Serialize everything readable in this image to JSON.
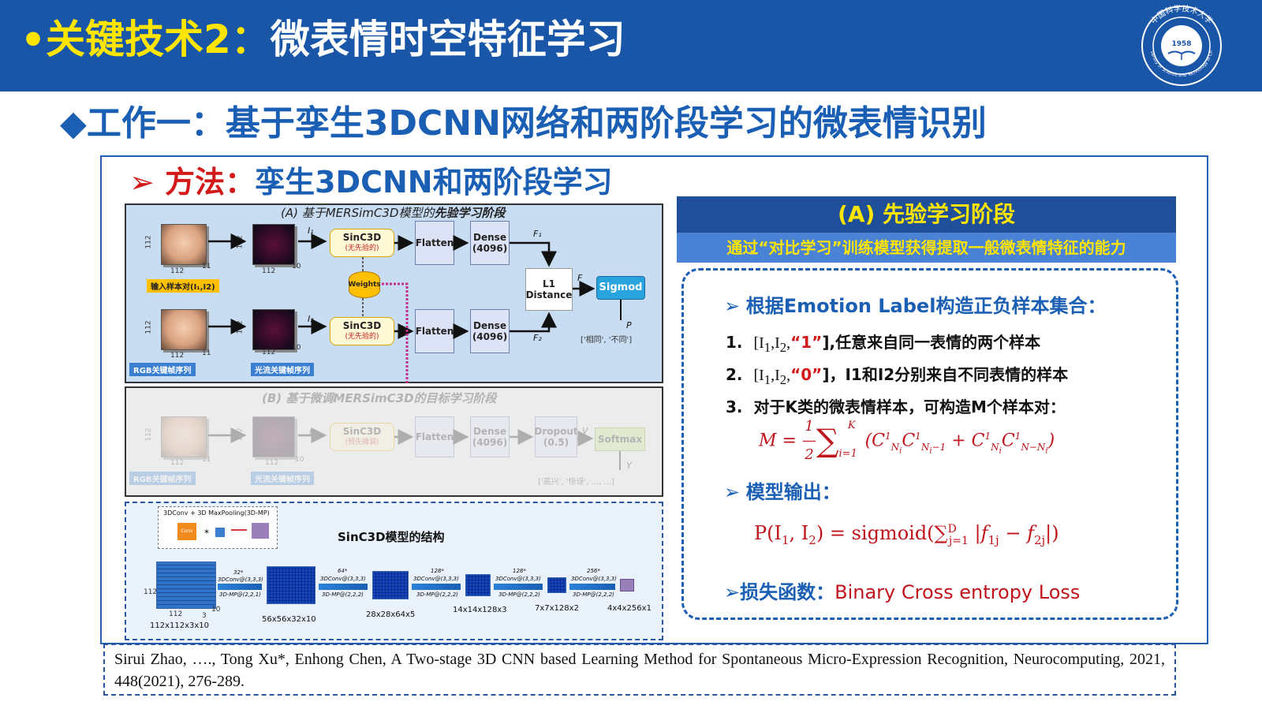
{
  "header": {
    "bullet": "•",
    "title_yellow": "关键技术2：",
    "title_white": "微表情时空特征学习",
    "logo_text": "中国科学技术大学",
    "logo_year": "1958",
    "logo_english": "University of Science and Technology of China"
  },
  "subtitle": "◆工作一：基于孪生3DCNN网络和两阶段学习的微表情识别",
  "method": {
    "marker": "➢",
    "label": "方法：",
    "text": "孪生3DCNN和两阶段学习"
  },
  "panel_a": {
    "title_prefix": "(A) 基于MERSimC3D模型的",
    "title_bold": "先验学习阶段",
    "sinc_label": "SinC3D",
    "sinc_sub": "(无先验的)",
    "flatten": "Flatten",
    "dense": "Dense",
    "dense_units": "(4096)",
    "l1": "L1",
    "distance": "Distance",
    "sigmoid": "Sigmod",
    "weights": "Weights",
    "input_tag": "输入样本对(I₁,I2)",
    "rgb_tag": "RGB关键帧序列",
    "flow_tag": "光流关键帧序列",
    "out_label": "['相同', '不同']",
    "var_I1": "I₁",
    "var_I2": "I₂",
    "var_F1": "F₁",
    "var_F2": "F₂",
    "var_F": "F",
    "var_P": "P",
    "dim_112": "112",
    "dim_11": "11",
    "dim_10": "10"
  },
  "panel_b": {
    "title": "(B) 基于微调MERSimC3D的目标学习阶段",
    "sinc_label": "SinC3D",
    "sinc_sub": "(预先微调)",
    "flatten": "Flatten",
    "dense": "Dense",
    "dense_units": "(4096)",
    "dropout": "Dropout",
    "dropout_rate": "(0.5)",
    "softmax": "Softmax",
    "rgb_tag": "RGB关键帧序列",
    "flow_tag": "光流关键帧序列",
    "out_label": "['高兴', '惊讶', ..., ...]",
    "var_I": "I",
    "var_V": "V",
    "var_Y": "Y",
    "dim_112": "112",
    "dim_11": "11",
    "dim_10": "10"
  },
  "panel_c": {
    "legend": "3DConv + 3D MaxPooling(3D-MP)",
    "legend_cube": "Conv",
    "title": "SinC3D模型的结构",
    "dim_112": "112",
    "dim_3": "3",
    "dim_10": "10",
    "ops": [
      {
        "ch": "32*",
        "conv": "3DConv@(3,3,3)",
        "mp": "3D-MP@(2,2,1)"
      },
      {
        "ch": "64*",
        "conv": "3DConv@(3,3,3)",
        "mp": "3D-MP@(2,2,2)"
      },
      {
        "ch": "128*",
        "conv": "3DConv@(3,3,3)",
        "mp": "3D-MP@(2,2,2)"
      },
      {
        "ch": "128*",
        "conv": "3DConv@(3,3,3)",
        "mp": "3D-MP@(2,2,2)"
      },
      {
        "ch": "256*",
        "conv": "3DConv@(3,3,3)",
        "mp": "3D-MP@(2,2,2)"
      }
    ],
    "sizes": [
      "112x112x3x10",
      "56x56x32x10",
      "28x28x64x5",
      "14x14x128x3",
      "7x7x128x2",
      "4x4x256x1"
    ]
  },
  "right": {
    "header_title": "(A) 先验学习阶段",
    "header_sub": "通过“对比学习”训练模型获得提取一般微表情特征的能力",
    "section1": "根据Emotion Label构造正负样本集合：",
    "item1_num": "1.",
    "item1_set_a": "[I",
    "item1_set_b": ",I",
    "item1_quote": "“1”",
    "item1_text": "],任意来自同一表情的两个样本",
    "item2_num": "2.",
    "item2_set_a": "[I",
    "item2_set_b": ",I",
    "item2_quote": "“0”",
    "item2_text": "]，I1和I2分别来自不同表情的样本",
    "item3_num": "3.",
    "item3_text": "对于K类的微表情样本，可构造M个样本对：",
    "sub_1": "1",
    "sub_2": "2",
    "chev": "➢",
    "section2": "模型输出：",
    "section3_label": "损失函数：",
    "section3_value": "Binary Cross entropy Loss"
  },
  "citation": "Sirui Zhao, …., Tong Xu*, Enhong Chen, A Two-stage 3D CNN based Learning Method for Spontaneous Micro-Expression Recognition, Neurocomputing, 2021, 448(2021), 276-289.",
  "colors": {
    "header_band": "#1a56a8",
    "title_yellow": "#ffe500",
    "accent_blue": "#1a5fb4",
    "accent_red": "#d21a1a"
  }
}
